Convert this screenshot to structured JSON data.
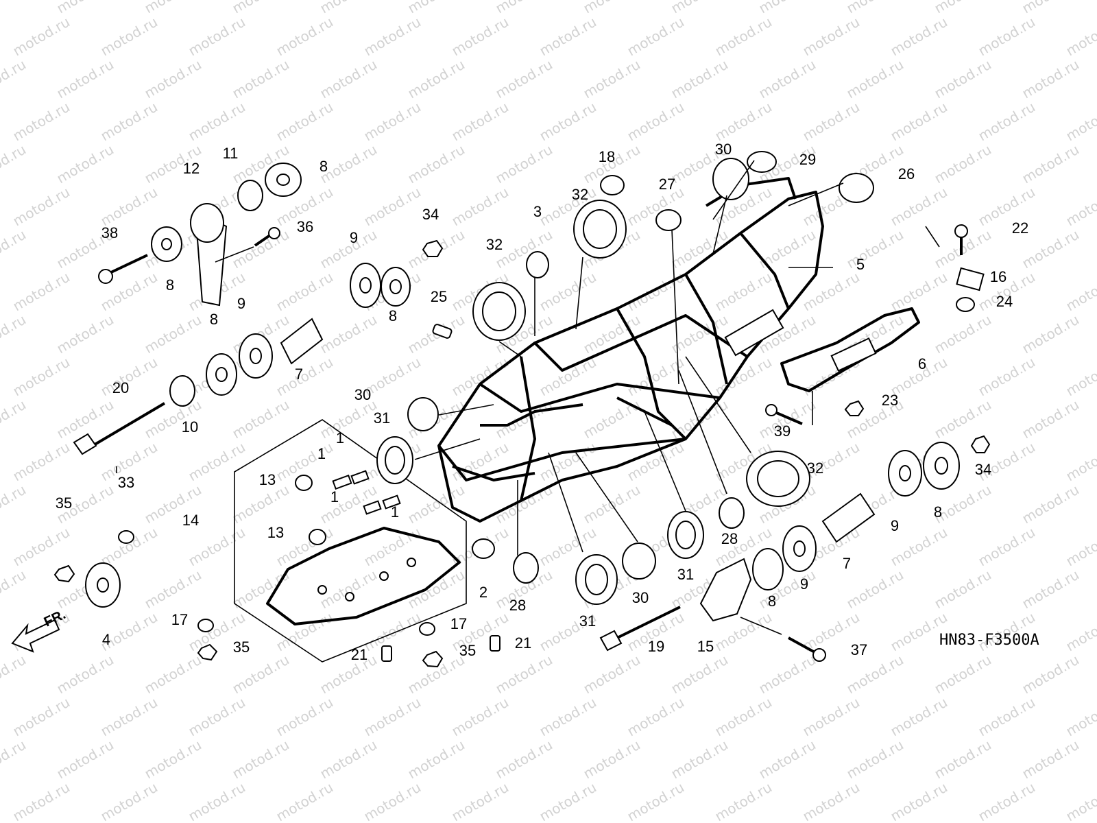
{
  "diagram": {
    "watermark_text": "motod.ru",
    "diagram_code": "HN83-F3500A",
    "front_indicator": "FR.",
    "callouts": [
      {
        "id": "c1a",
        "label": "1"
      },
      {
        "id": "c1b",
        "label": "1"
      },
      {
        "id": "c1c",
        "label": "1"
      },
      {
        "id": "c1d",
        "label": "1"
      },
      {
        "id": "c2",
        "label": "2"
      },
      {
        "id": "c3",
        "label": "3"
      },
      {
        "id": "c4",
        "label": "4"
      },
      {
        "id": "c5",
        "label": "5"
      },
      {
        "id": "c6",
        "label": "6"
      },
      {
        "id": "c7a",
        "label": "7"
      },
      {
        "id": "c7b",
        "label": "7"
      },
      {
        "id": "c8a",
        "label": "8"
      },
      {
        "id": "c8b",
        "label": "8"
      },
      {
        "id": "c8c",
        "label": "8"
      },
      {
        "id": "c8d",
        "label": "8"
      },
      {
        "id": "c8e",
        "label": "8"
      },
      {
        "id": "c8f",
        "label": "8"
      },
      {
        "id": "c9a",
        "label": "9"
      },
      {
        "id": "c9b",
        "label": "9"
      },
      {
        "id": "c9c",
        "label": "9"
      },
      {
        "id": "c9d",
        "label": "9"
      },
      {
        "id": "c10",
        "label": "10"
      },
      {
        "id": "c11",
        "label": "11"
      },
      {
        "id": "c12",
        "label": "12"
      },
      {
        "id": "c13a",
        "label": "13"
      },
      {
        "id": "c13b",
        "label": "13"
      },
      {
        "id": "c14",
        "label": "14"
      },
      {
        "id": "c15",
        "label": "15"
      },
      {
        "id": "c16",
        "label": "16"
      },
      {
        "id": "c17a",
        "label": "17"
      },
      {
        "id": "c17b",
        "label": "17"
      },
      {
        "id": "c18",
        "label": "18"
      },
      {
        "id": "c19",
        "label": "19"
      },
      {
        "id": "c20",
        "label": "20"
      },
      {
        "id": "c21a",
        "label": "21"
      },
      {
        "id": "c21b",
        "label": "21"
      },
      {
        "id": "c22",
        "label": "22"
      },
      {
        "id": "c23",
        "label": "23"
      },
      {
        "id": "c24",
        "label": "24"
      },
      {
        "id": "c25",
        "label": "25"
      },
      {
        "id": "c26",
        "label": "26"
      },
      {
        "id": "c27",
        "label": "27"
      },
      {
        "id": "c28a",
        "label": "28"
      },
      {
        "id": "c28b",
        "label": "28"
      },
      {
        "id": "c29",
        "label": "29"
      },
      {
        "id": "c30a",
        "label": "30"
      },
      {
        "id": "c30b",
        "label": "30"
      },
      {
        "id": "c30c",
        "label": "30"
      },
      {
        "id": "c31a",
        "label": "31"
      },
      {
        "id": "c31b",
        "label": "31"
      },
      {
        "id": "c31c",
        "label": "31"
      },
      {
        "id": "c32a",
        "label": "32"
      },
      {
        "id": "c32b",
        "label": "32"
      },
      {
        "id": "c32c",
        "label": "32"
      },
      {
        "id": "c33",
        "label": "33"
      },
      {
        "id": "c34a",
        "label": "34"
      },
      {
        "id": "c34b",
        "label": "34"
      },
      {
        "id": "c35a",
        "label": "35"
      },
      {
        "id": "c35b",
        "label": "35"
      },
      {
        "id": "c35c",
        "label": "35"
      },
      {
        "id": "c36",
        "label": "36"
      },
      {
        "id": "c37",
        "label": "37"
      },
      {
        "id": "c38",
        "label": "38"
      },
      {
        "id": "c39",
        "label": "39"
      }
    ]
  }
}
